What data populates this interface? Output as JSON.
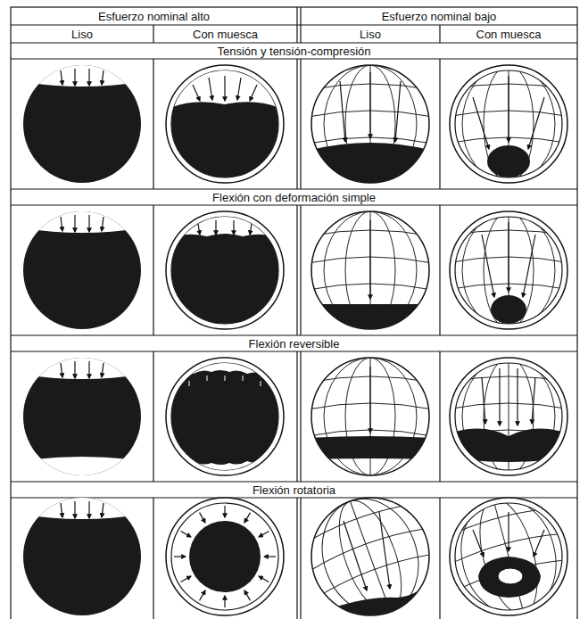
{
  "diagram": {
    "labels": [
      "Esfuerzo nominal alto",
      "Esfuerzo nominal bajo",
      "Liso",
      "Con muesca",
      "Liso",
      "Con muesca",
      "Tensión y tensión-compresión",
      "Flexión con deformación simple",
      "Flexión reversible",
      "Flexión rotatoria"
    ]
  }
}
